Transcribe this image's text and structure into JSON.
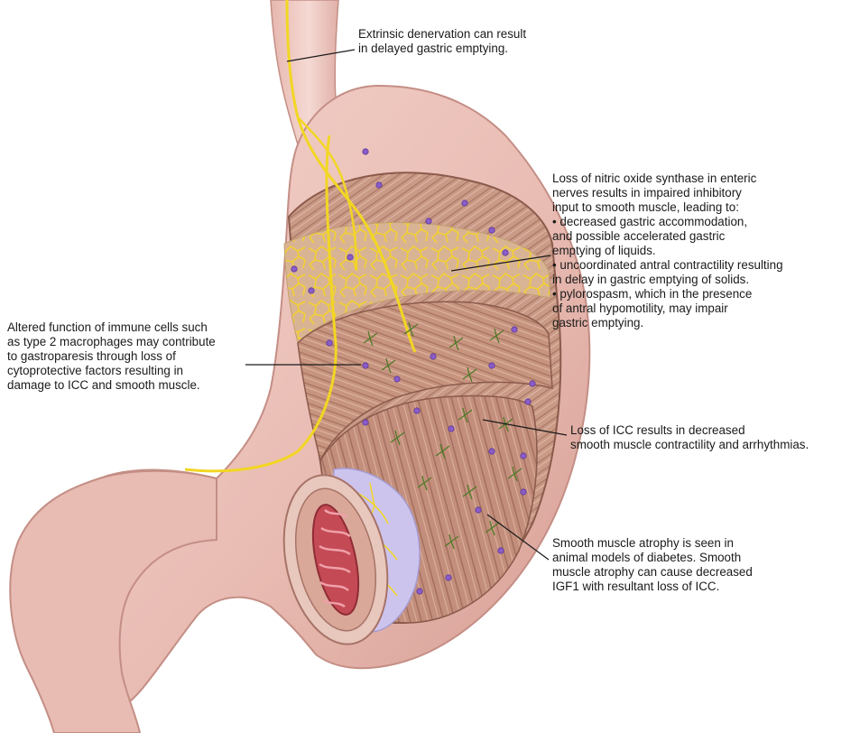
{
  "callouts": {
    "extrinsic": "Extrinsic denervation can result\nin delayed gastric emptying.",
    "nitric_oxide": "Loss of nitric oxide synthase in enteric\nnerves results in impaired inhibitory\ninput to smooth muscle, leading to:\n• decreased gastric accommodation,\nand possible accelerated gastric\nemptying of liquids.\n• uncoordinated antral contractility resulting\nin delay in gastric emptying of solids.\n• pylorospasm, which in the presence\nof antral hypomotility, may impair\ngastric emptying.",
    "immune": "Altered function of immune cells such\nas type 2 macrophages may contribute\nto gastroparesis through loss of\ncytoprotective factors resulting in\ndamage to ICC and smooth muscle.",
    "icc": "Loss of ICC results in decreased\nsmooth muscle contractility and arrhythmias.",
    "atrophy": "Smooth muscle atrophy is seen in\nanimal models of diabetes. Smooth\nmuscle atrophy can cause decreased\nIGF1 with resultant loss of ICC."
  },
  "colors": {
    "stomach_outer": "#ecc4bd",
    "stomach_shadow": "#c98f86",
    "muscle": "#c99a86",
    "nerve": "#f2d623",
    "icc": "#5c8a2f",
    "immune_cell": "#8a5cc8",
    "mucosa": "#c44a55",
    "submucosa": "#c9c3ec"
  }
}
